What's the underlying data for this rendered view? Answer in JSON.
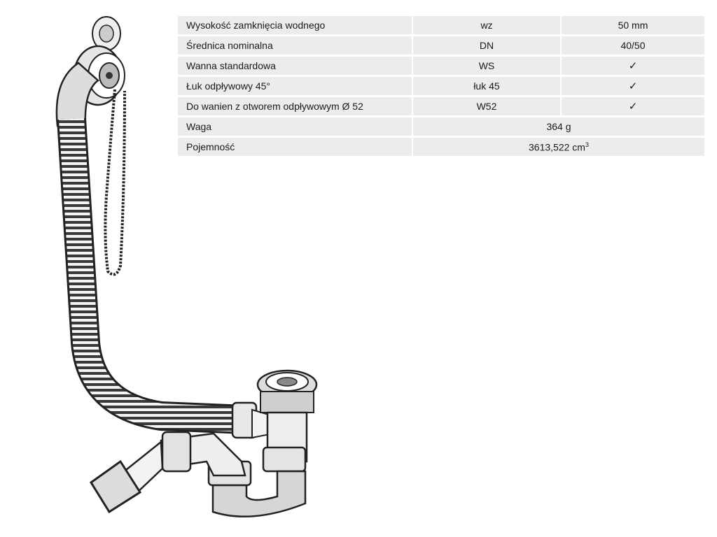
{
  "spec_table": {
    "rows": [
      {
        "label": "Wysokość zamknięcia wodnego",
        "code": "wz",
        "value": "50 mm"
      },
      {
        "label": "Średnica nominalna",
        "code": "DN",
        "value": "40/50"
      },
      {
        "label": "Wanna standardowa",
        "code": "WS",
        "value": "✓"
      },
      {
        "label": "Łuk odpływowy 45°",
        "code": "łuk 45",
        "value": "✓"
      },
      {
        "label": "Do wanien z otworem odpływowym Ø 52",
        "code": "W52",
        "value": "✓"
      }
    ],
    "weight": {
      "label": "Waga",
      "value": "364 g"
    },
    "capacity": {
      "label": "Pojemność",
      "value": "3613,522 cm",
      "unit_sup": "3"
    }
  },
  "colors": {
    "row_background": "#ececec",
    "text": "#1a1a1a",
    "drawing_stroke": "#222222"
  },
  "illustration": {
    "icon": "bath-drain-siphon-icon"
  }
}
